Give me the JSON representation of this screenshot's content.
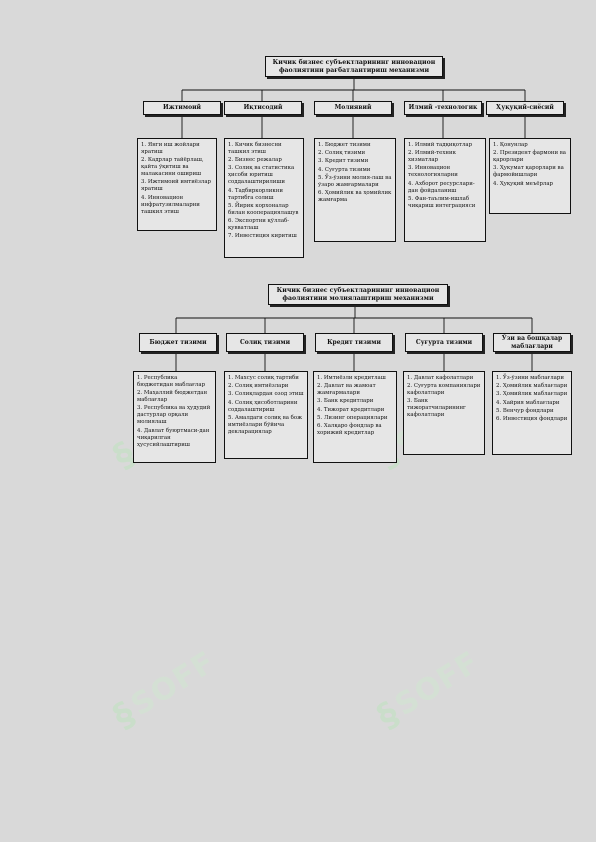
{
  "diagram1": {
    "title": "Кичик бизнес субъектларининг инновацион фаолиятини рағбатлантириш механизми",
    "categories": [
      {
        "label": "Ижтимоий",
        "items": [
          "1. Янги иш жойлари яратиш",
          "2. Кадрлар тайёрлаш, қайта ўқитиш ва малакасини ошириш",
          "3. Ижтимоий имтиёзлар яратиш",
          "4. Инновацион инфратузилмаларни ташкил этиш"
        ]
      },
      {
        "label": "Иқтисодий",
        "items": [
          "1. Кичик бизнесни ташкил этиш",
          "2. Бизнес режалар",
          "3. Солиқ ва статистика ҳисоби юритиш соддалаштирилиши",
          "4. Тадбиркорликни тартибга солиш",
          "5. Йирик корхоналар билан кооперациялашув",
          "6. Экспортни қўллаб-қувватлаш",
          "7. Инвестиция киритиш"
        ]
      },
      {
        "label": "Молиявий",
        "items": [
          "1. Бюджет тизими",
          "2. Солиқ тизими",
          "3. Кредит тизими",
          "4. Суғурта тизими",
          "5. Ўз-ўзини молия-лаш ва ўзаро жамғармалари",
          "6. Ҳомийлик ва ҳомийлик жамғарма"
        ]
      },
      {
        "label": "Илмий -технологик",
        "items": [
          "1. Илмий тадқиқотлар",
          "2. Илмий-техник хизматлар",
          "3. Инновацион технологияларни",
          "4. Ахборот ресурслари-дан фойдаланиш",
          "5. Фан-таълим-ишлаб чиқариш интеграцияси"
        ]
      },
      {
        "label": "Ҳуқуқий-сиёсий",
        "items": [
          "1. Қонунлар",
          "2. Президент фармони ва қарорлари",
          "3. Ҳукумат қарорлари ва фармойишлари",
          "4. Ҳуқуқий меъёрлар"
        ]
      }
    ]
  },
  "diagram2": {
    "title": "Кичик бизнес субъектларининг инновацион фаолиятини молиялаштириш механизми",
    "categories": [
      {
        "label": "Бюджет тизими",
        "items": [
          "1. Республика бюджетидан маблағлар",
          "2. Маҳаллий бюджетдан маблағлар",
          "3. Республика ва ҳудудий дастурлар орқали молиялаш",
          "4. Давлат буюртмаси-дан чиқарилган ҳусусийлаштириш"
        ]
      },
      {
        "label": "Солиқ тизими",
        "items": [
          "1. Махсус солиқ тартиби",
          "2. Солиқ имтиёзлари",
          "3. Солиқлардан озод этиш",
          "4. Солиқ ҳисоботларини соддалаштириш",
          "5. Амалдаги солиқ ва бож имтиёзлари бўйича декларациялар"
        ]
      },
      {
        "label": "Кредит тизими",
        "items": [
          "1. Имтиёзли кредитлаш",
          "2. Давлат ва жамоат жамғармалари",
          "3. Банк кредитлари",
          "4. Тижорат кредитлари",
          "5. Лизинг операциялари",
          "6. Халқаро фондлар ва хорижий кредитлар"
        ]
      },
      {
        "label": "Суғурта тизими",
        "items": [
          "1. Давлат кафолатлари",
          "2. Суғурта компаниялари кафолатлари",
          "3. Банк тижоратчиларининг кафолатлари"
        ]
      },
      {
        "label": "Ўзи ва бошқалар маблағлари",
        "items": [
          "1. Ўз-ўзини маблағлари",
          "2. Ҳомийлик маблағлари",
          "3. Ҳомийлик маблағлари",
          "4. Хайрия маблағлари",
          "5. Венчур фондлари",
          "6. Инвестиция фондлари"
        ]
      }
    ]
  },
  "watermark": {
    "text": "SOFF",
    "color": "#b8e6b8"
  }
}
